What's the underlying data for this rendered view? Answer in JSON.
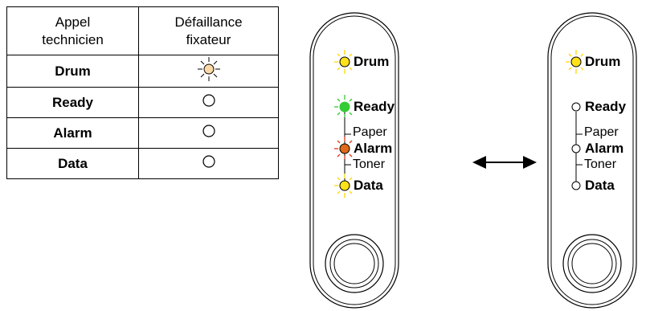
{
  "table": {
    "header": {
      "col1": [
        "Appel",
        "technicien"
      ],
      "col2": [
        "Défaillance",
        "fixateur"
      ]
    },
    "rows": [
      {
        "label": "Drum",
        "led": "blinking-light-orange"
      },
      {
        "label": "Ready",
        "led": "off"
      },
      {
        "label": "Alarm",
        "led": "off"
      },
      {
        "label": "Data",
        "led": "off"
      }
    ]
  },
  "panel_left": {
    "leds": [
      {
        "label": "Drum",
        "color": "#ffe21a",
        "state": "blinking"
      },
      {
        "label": "Ready",
        "color": "#33cc33",
        "state": "blinking"
      },
      {
        "label": "Alarm",
        "color": "#e06a1a",
        "state": "blinking"
      },
      {
        "label": "Data",
        "color": "#ffe21a",
        "state": "blinking"
      }
    ],
    "sub_labels": [
      "Paper",
      "Toner"
    ]
  },
  "panel_right": {
    "leds": [
      {
        "label": "Drum",
        "color": "#ffe21a",
        "state": "blinking"
      },
      {
        "label": "Ready",
        "color": "#ffffff",
        "state": "off"
      },
      {
        "label": "Alarm",
        "color": "#ffffff",
        "state": "off"
      },
      {
        "label": "Data",
        "color": "#ffffff",
        "state": "off"
      }
    ],
    "sub_labels": [
      "Paper",
      "Toner"
    ]
  },
  "colors": {
    "drum_light": "#fcd9a6",
    "ray_yellow": "#ffd800",
    "ray_green": "#33cc33",
    "ray_red": "#e8351a"
  }
}
